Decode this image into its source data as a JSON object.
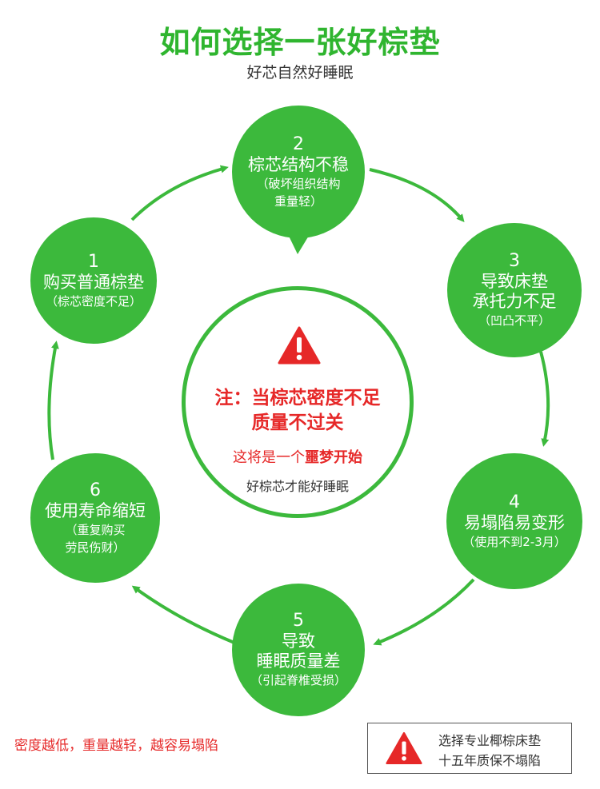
{
  "header": {
    "title": "如何选择一张好棕垫",
    "subtitle": "好芯自然好睡眠"
  },
  "colors": {
    "green": "#3cb93c",
    "title_green": "#2fb52f",
    "red": "#e62828"
  },
  "nodes": [
    {
      "num": "1",
      "main": [
        "购买普通棕垫"
      ],
      "sub": [
        "（棕芯密度不足）"
      ]
    },
    {
      "num": "2",
      "main": [
        "棕芯结构不稳"
      ],
      "sub": [
        "（破坏组织结构",
        "重量轻）"
      ]
    },
    {
      "num": "3",
      "main": [
        "导致床垫",
        "承托力不足"
      ],
      "sub": [
        "（凹凸不平）"
      ]
    },
    {
      "num": "4",
      "main": [
        "易塌陷易变形"
      ],
      "sub": [
        "（使用不到2-3月）"
      ]
    },
    {
      "num": "5",
      "main": [
        "导致",
        "睡眠质量差"
      ],
      "sub": [
        "（引起脊椎受损）"
      ]
    },
    {
      "num": "6",
      "main": [
        "使用寿命缩短"
      ],
      "sub": [
        "（重复购买",
        "劳民伤财）"
      ]
    }
  ],
  "center": {
    "warning_icon": "warning-triangle-icon",
    "note_line1": "注：当棕芯密度不足",
    "note_line2": "质量不过关",
    "dream_prefix": "这将是一个",
    "dream_bold": "噩梦开始",
    "good": "好棕芯才能好睡眠"
  },
  "footer": {
    "left_text": "密度越低，重量越轻，越容易塌陷",
    "box_icon": "warning-triangle-icon",
    "box_line1": "选择专业椰棕床垫",
    "box_line2": "十五年质保不塌陷"
  }
}
